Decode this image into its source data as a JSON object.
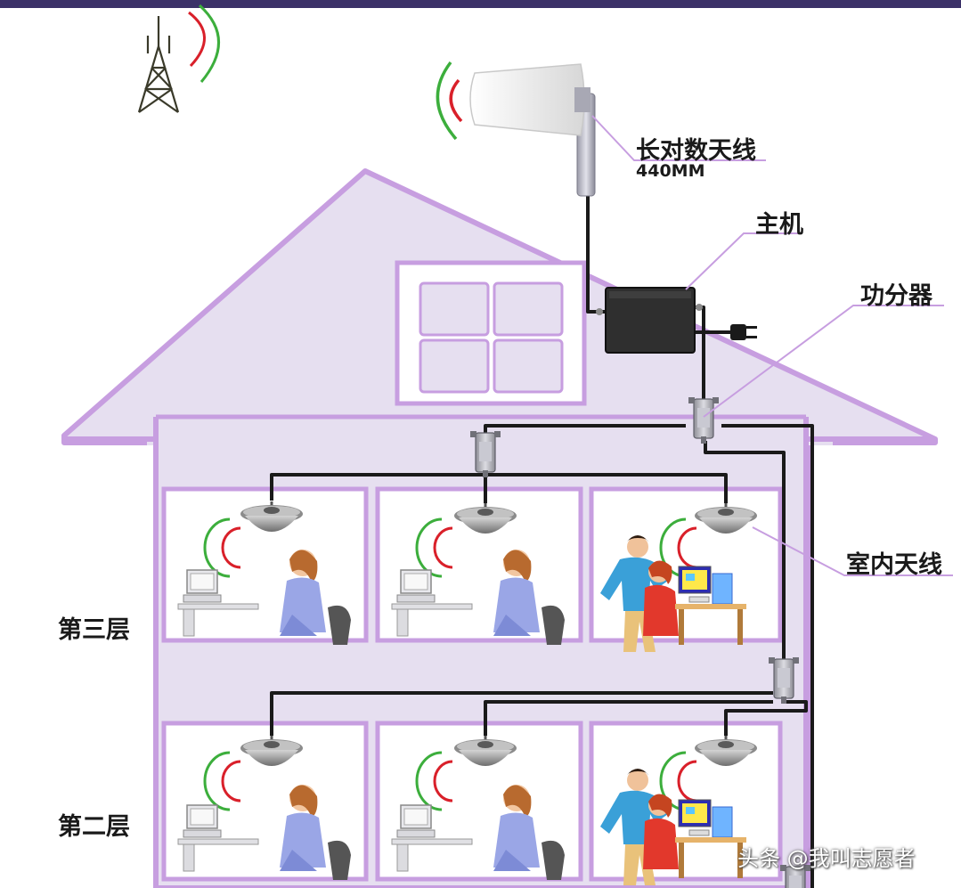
{
  "labels": {
    "antenna_name": "长对数天线",
    "antenna_size": "440MM",
    "host": "主机",
    "splitter": "功分器",
    "indoor_antenna": "室内天线",
    "floor_three": "第三层",
    "floor_two": "第二层"
  },
  "watermark": "头条 @我叫志愿者",
  "colors": {
    "wall_fill": "#e6dff0",
    "wall_outline": "#c79ee0",
    "room_fill": "#ffffff",
    "top_bar": "#3b3168",
    "cable": "#1a1a1a",
    "signal_red": "#d9202a",
    "signal_green": "#3cae3c"
  }
}
